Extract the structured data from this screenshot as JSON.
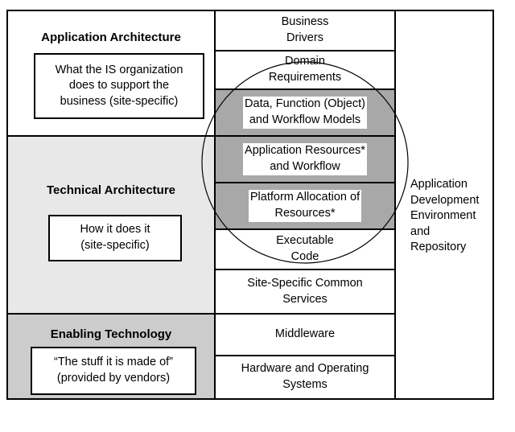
{
  "left": {
    "application": {
      "title": "Application Architecture",
      "box": "What the IS organization\ndoes to support the\nbusiness (site-specific)"
    },
    "technical": {
      "title": "Technical Architecture",
      "box": "How it does it\n(site-specific)"
    },
    "enabling": {
      "title": "Enabling Technology",
      "box": "“The stuff it is made of”\n(provided by vendors)"
    }
  },
  "middle": [
    {
      "text": "Business\nDrivers",
      "shaded": false
    },
    {
      "text": "Domain\nRequirements",
      "shaded": false
    },
    {
      "text": "Data, Function (Object)\nand Workflow Models",
      "shaded": true
    },
    {
      "text": "Application Resources*\nand Workflow",
      "shaded": true
    },
    {
      "text": "Platform Allocation of\nResources*",
      "shaded": true
    },
    {
      "text": "Executable\nCode",
      "shaded": false
    },
    {
      "text": "Site-Specific Common\nServices",
      "shaded": false
    },
    {
      "text": "Middleware",
      "shaded": false
    },
    {
      "text": "Hardware and Operating\nSystems",
      "shaded": false
    }
  ],
  "right": {
    "text": "Application\nDevelopment\nEnvironment\nand\nRepository"
  },
  "colors": {
    "technical_bg": "#e8e8e8",
    "enabling_bg": "#cccccc",
    "shaded_row": "#a8a8a8",
    "line": "#000000"
  }
}
